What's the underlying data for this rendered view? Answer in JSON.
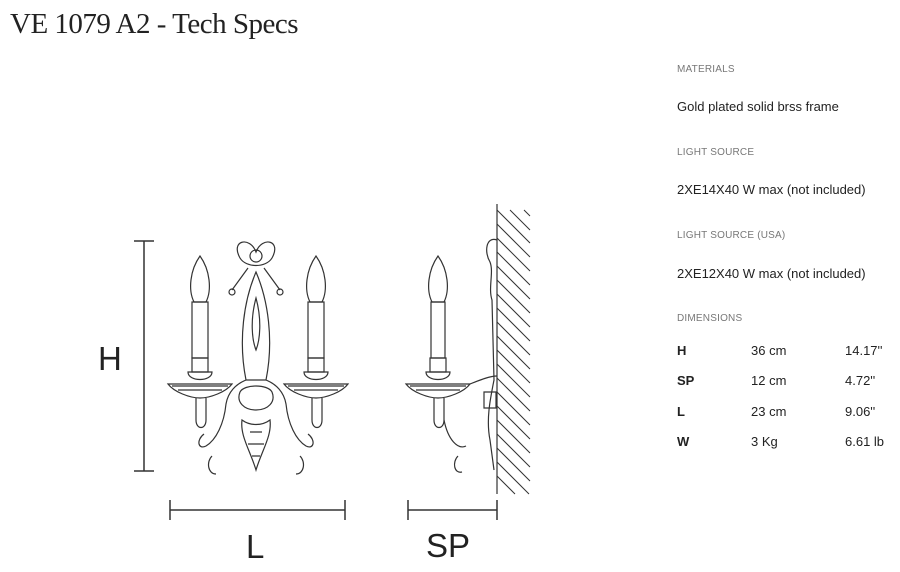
{
  "title": "VE 1079 A2 - Tech Specs",
  "drawing_labels": {
    "height": "H",
    "length": "L",
    "projection": "SP"
  },
  "specs": {
    "materials_label": "MATERIALS",
    "materials_value": "Gold plated solid brss frame",
    "light_source_label": "LIGHT SOURCE",
    "light_source_value": "2XE14X40 W max (not included)",
    "light_source_usa_label": "LIGHT SOURCE (USA)",
    "light_source_usa_value": "2XE12X40 W max (not included)",
    "dimensions_label": "DIMENSIONS",
    "dimensions": [
      {
        "key": "H",
        "metric": "36 cm",
        "imperial": "14.17''"
      },
      {
        "key": "SP",
        "metric": "12 cm",
        "imperial": "4.72''"
      },
      {
        "key": "L",
        "metric": "23 cm",
        "imperial": "9.06''"
      },
      {
        "key": "W",
        "metric": "3 Kg",
        "imperial": "6.61 lb"
      }
    ]
  }
}
